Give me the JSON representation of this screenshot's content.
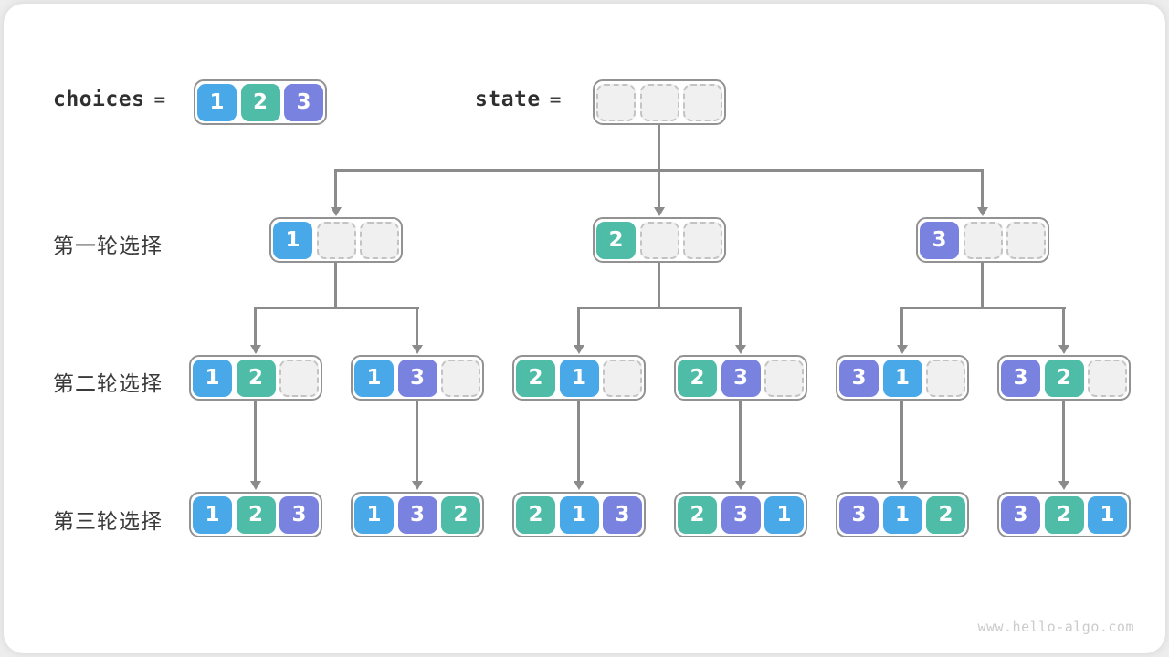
{
  "palette": {
    "1": "#49A8E8",
    "2": "#4FBCA8",
    "3": "#7A82E0"
  },
  "colors": {
    "connector": "#8b8b8b",
    "node_border": "#929292",
    "empty_cell_fill": "#f0f0f0",
    "empty_cell_border": "#c3c3c3",
    "label_text": "#3a3a3a",
    "watermark_text": "#cbcbcb"
  },
  "header": {
    "choices_label": "choices",
    "equals": "=",
    "choices": [
      "1",
      "2",
      "3"
    ],
    "state_label": "state",
    "state": [
      "",
      "",
      ""
    ]
  },
  "row_labels": [
    "第一轮选择",
    "第二轮选择",
    "第三轮选择"
  ],
  "tree": {
    "level1": [
      [
        "1",
        "",
        ""
      ],
      [
        "2",
        "",
        ""
      ],
      [
        "3",
        "",
        ""
      ]
    ],
    "level2": [
      [
        "1",
        "2",
        ""
      ],
      [
        "1",
        "3",
        ""
      ],
      [
        "2",
        "1",
        ""
      ],
      [
        "2",
        "3",
        ""
      ],
      [
        "3",
        "1",
        ""
      ],
      [
        "3",
        "2",
        ""
      ]
    ],
    "level3": [
      [
        "1",
        "2",
        "3"
      ],
      [
        "1",
        "3",
        "2"
      ],
      [
        "2",
        "1",
        "3"
      ],
      [
        "2",
        "3",
        "1"
      ],
      [
        "3",
        "1",
        "2"
      ],
      [
        "3",
        "2",
        "1"
      ]
    ]
  },
  "watermark": "www.hello-algo.com"
}
